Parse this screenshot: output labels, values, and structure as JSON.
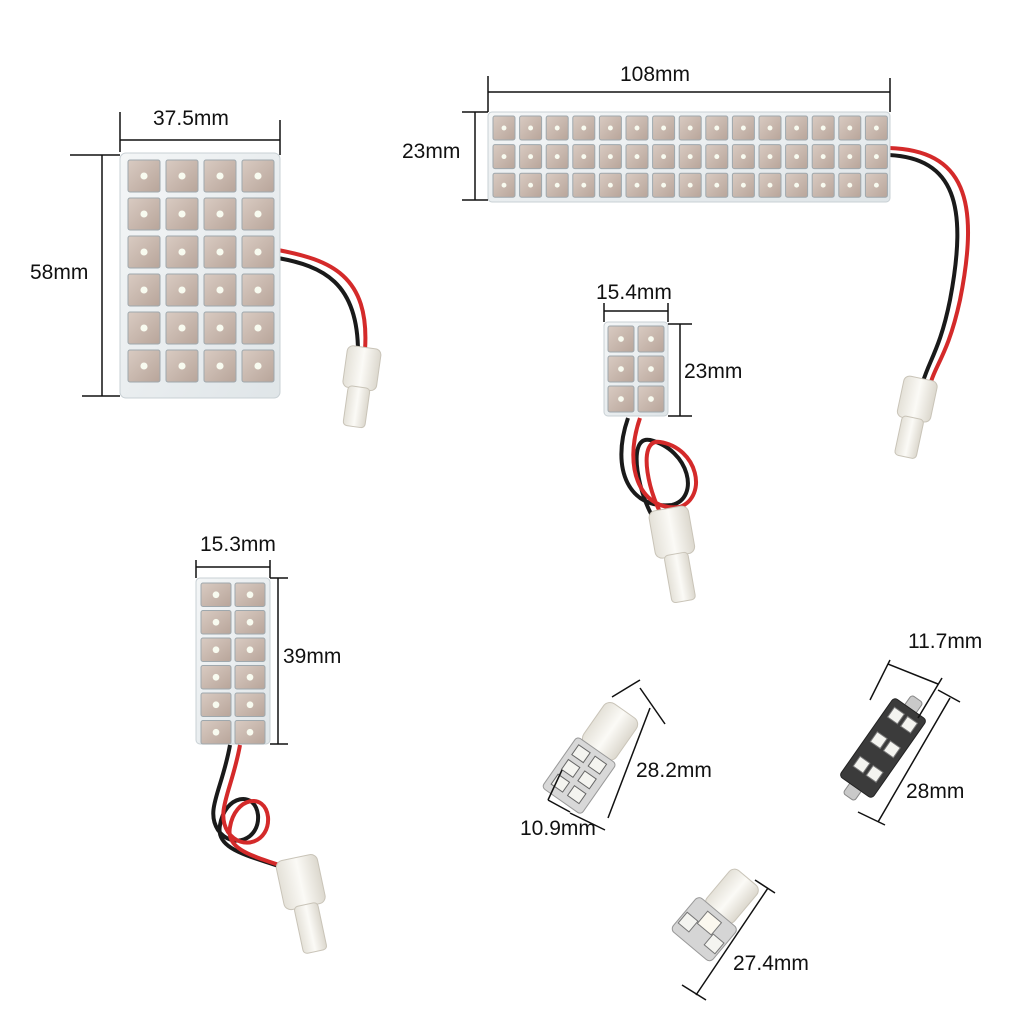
{
  "colors": {
    "background": "#ffffff",
    "board": "#e6ebee",
    "led_cell": "#c7b7ad",
    "wire_red": "#d42a2a",
    "wire_black": "#1a1a1a",
    "socket": "#f2f0ea",
    "dimension_line": "#111111"
  },
  "products": [
    {
      "name": "LED panel 4x6",
      "width_label": "37.5mm",
      "height_label": "58mm"
    },
    {
      "name": "LED strip panel 15x3",
      "width_label": "108mm",
      "height_label": "23mm"
    },
    {
      "name": "LED panel 2x3",
      "width_label": "15.4mm",
      "height_label": "23mm"
    },
    {
      "name": "LED panel 2x6",
      "width_label": "15.3mm",
      "height_label": "39mm"
    },
    {
      "name": "T10 SMD bulb",
      "length_label": "28.2mm",
      "width_label": "10.9mm"
    },
    {
      "name": "Festoon bulb",
      "width_label": "11.7mm",
      "length_label": "28mm"
    },
    {
      "name": "T10 5-SMD bulb",
      "length_label": "27.4mm"
    }
  ]
}
